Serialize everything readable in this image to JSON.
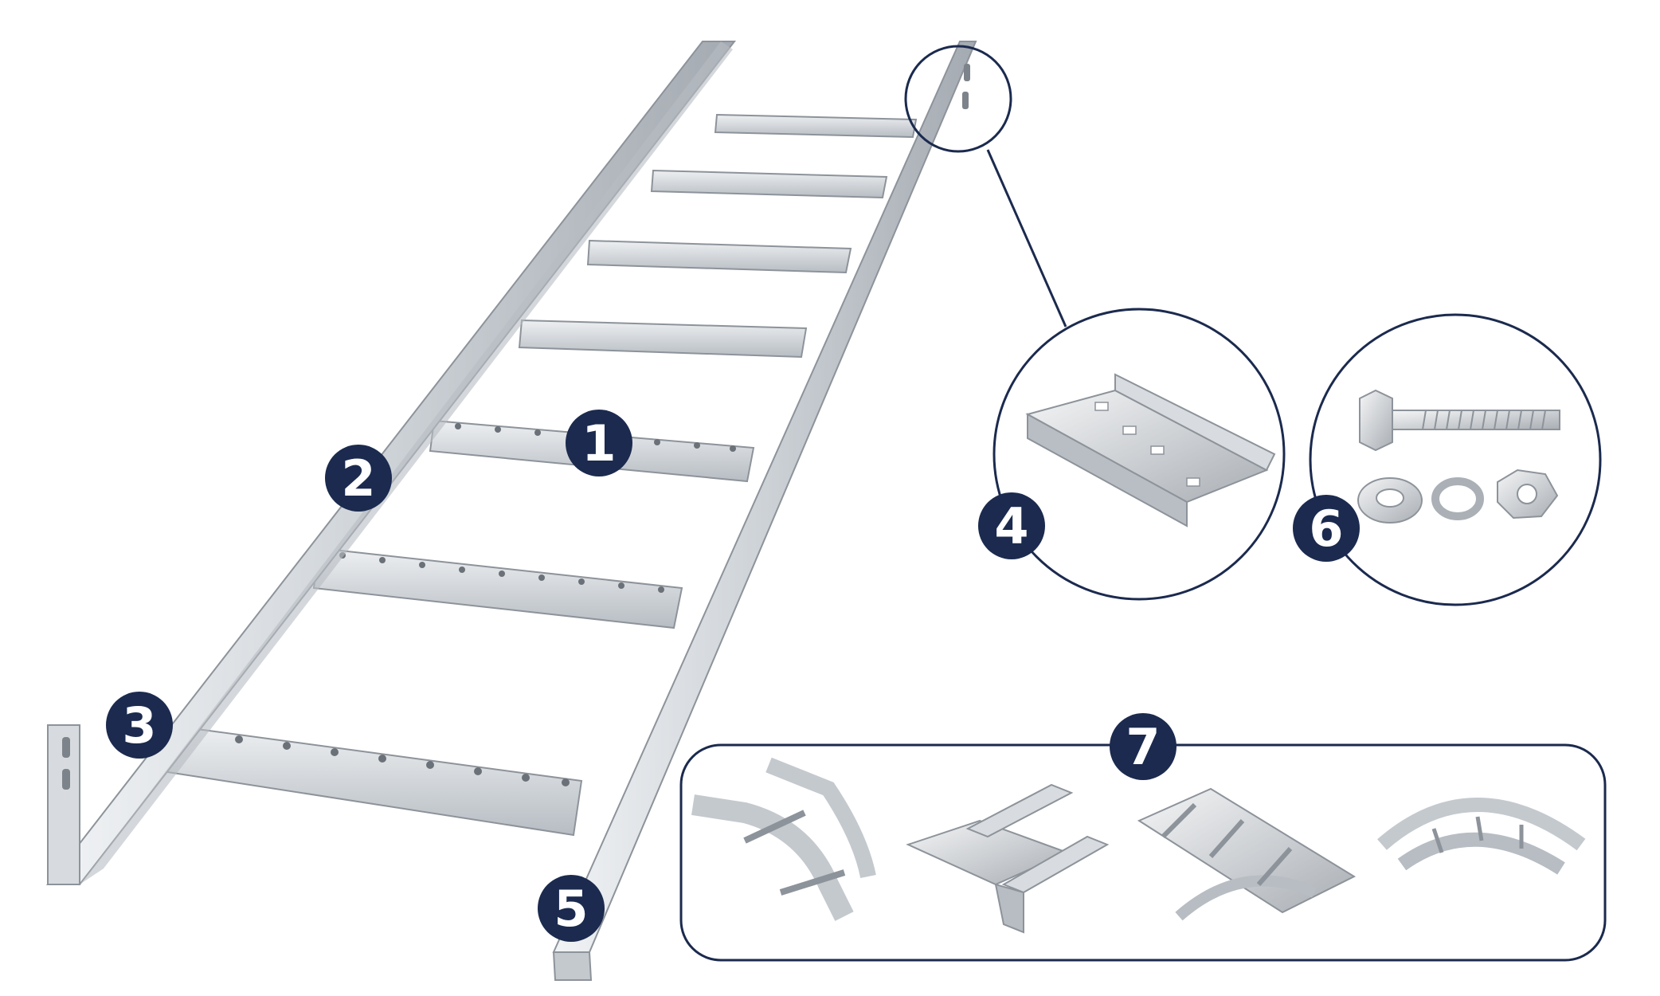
{
  "colors": {
    "navy": "#1b2a4e",
    "steel_light": "#e3e6e9",
    "steel_mid": "#c4c9ce",
    "steel_dark": "#8d939a",
    "background": "#ffffff"
  },
  "badges": [
    {
      "id": "rung",
      "label": "1"
    },
    {
      "id": "side-rail",
      "label": "2"
    },
    {
      "id": "rung-weld",
      "label": "3"
    },
    {
      "id": "splice-plate",
      "label": "4"
    },
    {
      "id": "rail-end",
      "label": "5"
    },
    {
      "id": "bolt-set",
      "label": "6"
    },
    {
      "id": "fittings",
      "label": "7"
    }
  ],
  "icons": [
    "cable-ladder",
    "splice-plate-icon",
    "hex-bolt-icon",
    "flat-washer-icon",
    "spring-washer-icon",
    "hex-nut-icon",
    "vertical-bend-icon",
    "cross-tee-icon",
    "tee-icon",
    "horizontal-bend-icon"
  ]
}
